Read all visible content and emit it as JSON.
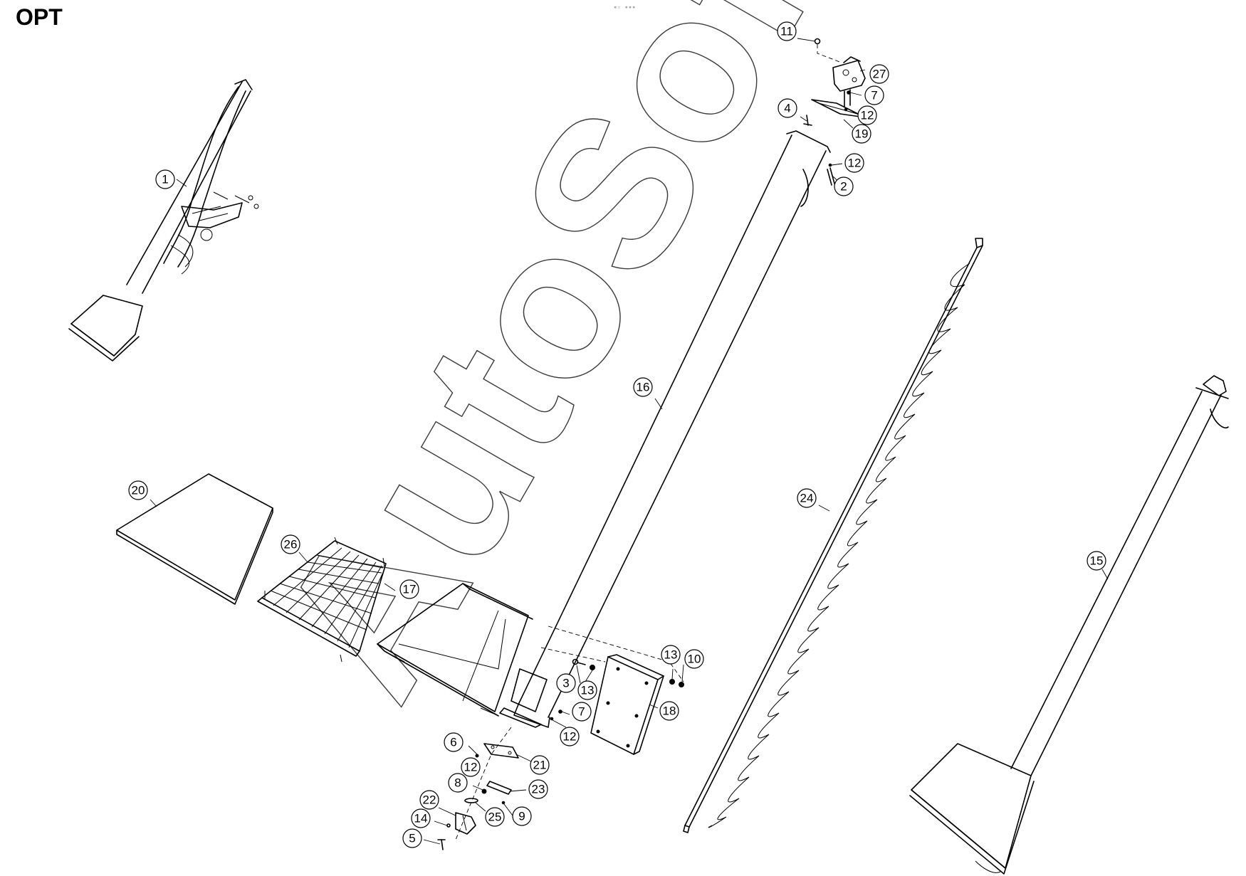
{
  "title": "OPT",
  "header_mark": "▪▫ ▪▪▪",
  "watermark": "AutoSoft",
  "callouts": [
    {
      "label": "1"
    },
    {
      "label": "2"
    },
    {
      "label": "3"
    },
    {
      "label": "4"
    },
    {
      "label": "5"
    },
    {
      "label": "6"
    },
    {
      "label": "7"
    },
    {
      "label": "7"
    },
    {
      "label": "8"
    },
    {
      "label": "9"
    },
    {
      "label": "10"
    },
    {
      "label": "11"
    },
    {
      "label": "12"
    },
    {
      "label": "12"
    },
    {
      "label": "12"
    },
    {
      "label": "12"
    },
    {
      "label": "13"
    },
    {
      "label": "13"
    },
    {
      "label": "14"
    },
    {
      "label": "15"
    },
    {
      "label": "16"
    },
    {
      "label": "17"
    },
    {
      "label": "18"
    },
    {
      "label": "19"
    },
    {
      "label": "20"
    },
    {
      "label": "21"
    },
    {
      "label": "22"
    },
    {
      "label": "23"
    },
    {
      "label": "24"
    },
    {
      "label": "25"
    },
    {
      "label": "26"
    },
    {
      "label": "27"
    }
  ]
}
